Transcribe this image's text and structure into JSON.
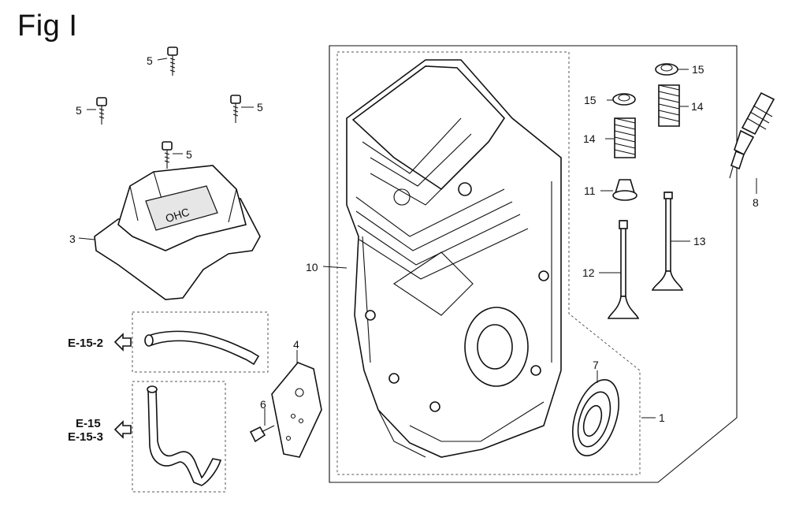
{
  "figure": {
    "title": "Fig I"
  },
  "callouts": {
    "c1": "1",
    "c3": "3",
    "c4": "4",
    "c5a": "5",
    "c5b": "5",
    "c5c": "5",
    "c5d": "5",
    "c6": "6",
    "c7": "7",
    "c8": "8",
    "c10": "10",
    "c11": "11",
    "c12": "12",
    "c13": "13",
    "c14a": "14",
    "c14b": "14",
    "c15a": "15",
    "c15b": "15"
  },
  "references": {
    "r1": "E-15-2",
    "r2": "E-15",
    "r3": "E-15-3"
  },
  "cover_text": "OHC"
}
